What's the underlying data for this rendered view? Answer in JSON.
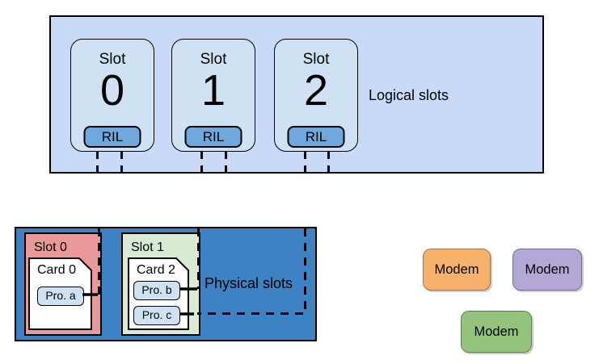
{
  "colors": {
    "background": "#FFFFFF",
    "logical_container": "#C9DAF8",
    "logical_card": "#CFE2F3",
    "ril_badge": "#6FA8DC",
    "physical_box": "#3D82C3",
    "slot_red": "#EA9999",
    "slot_green": "#D9EAD3",
    "sim_card": "#FFFFFF",
    "profile_chip": "#CFE2F3",
    "modem_orange": "#F6B26B",
    "modem_purple": "#B4A7D6",
    "modem_green": "#93C47D",
    "line": "#000000",
    "text": "#000000"
  },
  "logical": {
    "label": "Logical slots",
    "slots": [
      {
        "title": "Slot",
        "number": "0",
        "badge": "RIL"
      },
      {
        "title": "Slot",
        "number": "1",
        "badge": "RIL"
      },
      {
        "title": "Slot",
        "number": "2",
        "badge": "RIL"
      }
    ]
  },
  "physical": {
    "label": "Physical slots",
    "slots": [
      {
        "label": "Slot 0",
        "card_label": "Card 0",
        "profiles": [
          "Pro. a"
        ]
      },
      {
        "label": "Slot 1",
        "card_label": "Card 2",
        "profiles": [
          "Pro. b",
          "Pro. c"
        ]
      }
    ]
  },
  "modems": [
    {
      "label": "Modem"
    },
    {
      "label": "Modem"
    },
    {
      "label": "Modem"
    }
  ]
}
